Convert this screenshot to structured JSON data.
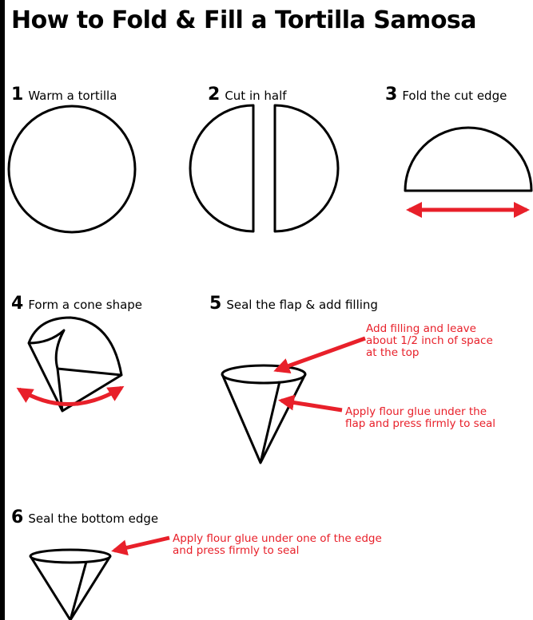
{
  "title": "How to Fold & Fill a Tortilla Samosa",
  "colors": {
    "ink": "#000000",
    "arrow": "#e8202a",
    "background": "#ffffff"
  },
  "steps": [
    {
      "number": "1",
      "text": "Warm a tortilla"
    },
    {
      "number": "2",
      "text": "Cut in half"
    },
    {
      "number": "3",
      "text": "Fold the cut edge"
    },
    {
      "number": "4",
      "text": "Form a cone shape"
    },
    {
      "number": "5",
      "text": "Seal the flap & add filling"
    },
    {
      "number": "6",
      "text": "Seal the bottom edge"
    }
  ],
  "notes": {
    "add_filling": "Add filling and leave\nabout 1/2 inch of space\nat the top",
    "flap_glue": "Apply flour glue under the\nflap and press firmly to seal",
    "edge_glue": "Apply flour glue under one of the edge\nand press firmly to seal"
  }
}
